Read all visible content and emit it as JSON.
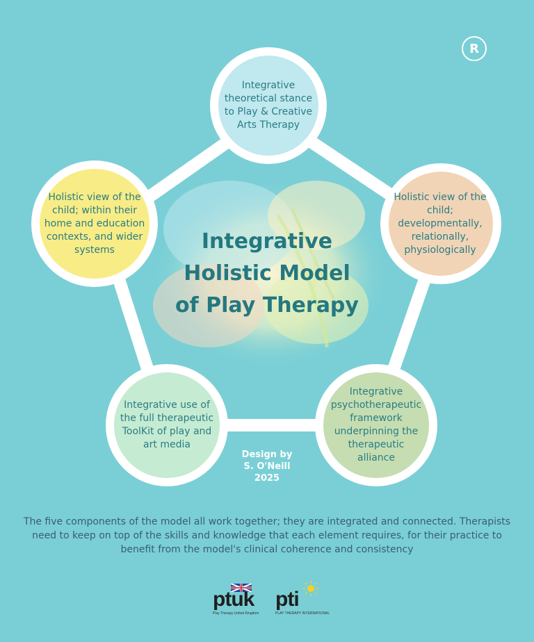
{
  "title": [
    "Integrative",
    "Holistic Model",
    "of Play Therapy"
  ],
  "registered_mark": "R",
  "nodes": [
    {
      "text": "Integrative theoretical stance to Play & Creative Arts Therapy",
      "color": "#bfe8ef"
    },
    {
      "text": "Holistic view of the child; developmentally, relationally, physiologically",
      "color": "#f1d4b6"
    },
    {
      "text": "Integrative psychotherapeutic framework underpinning the therapeutic alliance",
      "color": "#c5ddb1"
    },
    {
      "text": "Integrative use of the full therapeutic ToolKit of play and art media",
      "color": "#c5ebd2"
    },
    {
      "text": "Holistic view of the child; within their home and education contexts, and wider systems",
      "color": "#f8ec86"
    }
  ],
  "credit": [
    "Design by",
    "S. O'Neill",
    "2025"
  ],
  "caption": "The five components of the model all work together; they are integrated and connected.  Therapists need to keep on top of the skills and knowledge that each element requires, for their practice to benefit from the model's clinical coherence and consistency",
  "logos": [
    {
      "name": "ptuk",
      "tagline": "Play Therapy United Kingdom"
    },
    {
      "name": "pti",
      "tagline": "PLAY THERAPY INTERNATIONAL"
    }
  ],
  "colors": {
    "background": "#7acfd6",
    "ring": "#ffffff",
    "title": "#247880",
    "node_text": "#2a7d84"
  }
}
